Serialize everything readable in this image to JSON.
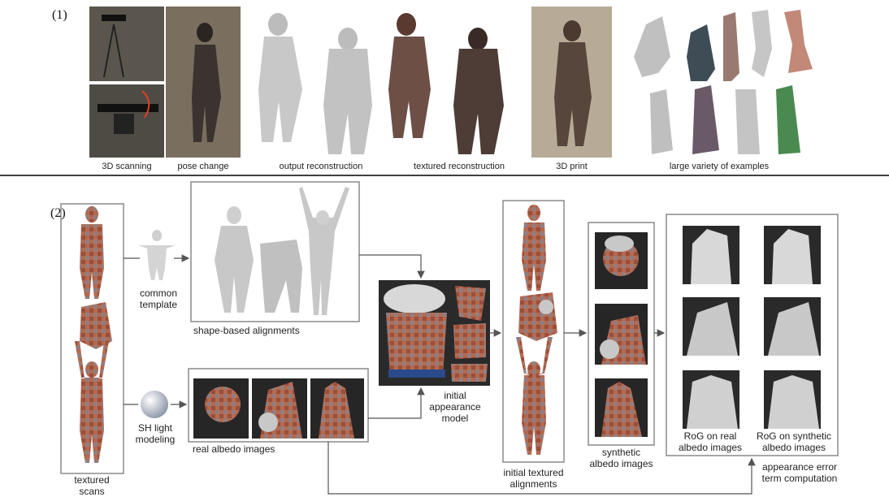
{
  "part1": {
    "label": "(1)",
    "captions": {
      "scan": "3D scanning",
      "pose": "pose change",
      "output": "output reconstruction",
      "textured": "textured reconstruction",
      "print": "3D print",
      "variety": "large variety of examples"
    }
  },
  "part2": {
    "label": "(2)",
    "textured_scans": "textured\nscans",
    "common_template": "common\ntemplate",
    "shape_alignments": "shape-based alignments",
    "sh_light": "SH light\nmodeling",
    "real_albedo": "real albedo images",
    "initial_appearance": "initial\nappearance\nmodel",
    "initial_textured": "initial textured\nalignments",
    "synthetic_albedo": "synthetic\nalbedo images",
    "rog_real": "RoG on real\nalbedo images",
    "rog_synthetic": "RoG on synthetic\nalbedo images",
    "appearance_error": "appearance error\nterm computation"
  },
  "colors": {
    "skin_texture": "#b56a50",
    "mesh_gray": "#c8c8c8",
    "photo_bg": "#6b5f52",
    "divider": "#000000",
    "box_border": "#8a8a8a"
  }
}
